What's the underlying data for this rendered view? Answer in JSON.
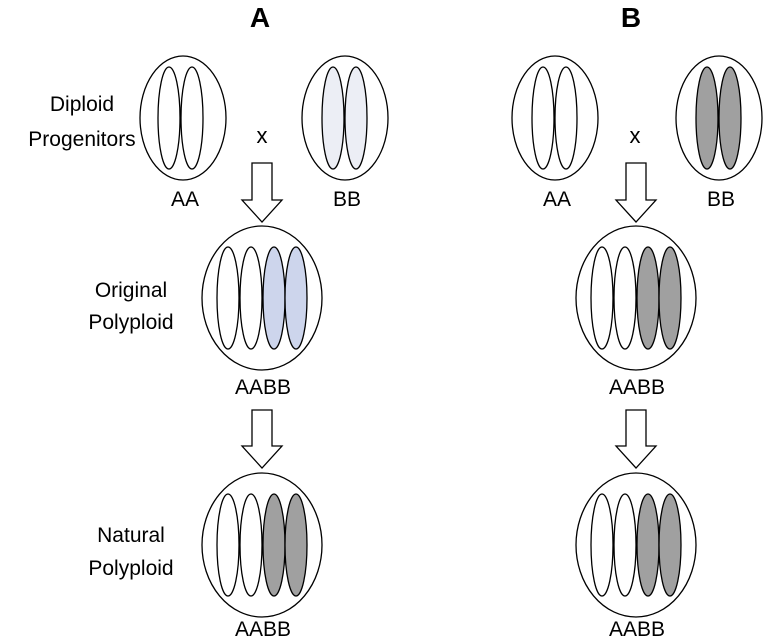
{
  "panels": {
    "a": {
      "label": "A",
      "cross_symbol": "x",
      "progenitor_a_genotype": "AA",
      "progenitor_b_genotype": "BB",
      "original_genotype": "AABB",
      "natural_genotype": "AABB"
    },
    "b": {
      "label": "B",
      "cross_symbol": "x",
      "progenitor_a_genotype": "AA",
      "progenitor_b_genotype": "BB",
      "original_genotype": "AABB",
      "natural_genotype": "AABB"
    }
  },
  "row_labels": {
    "diploid_line1": "Diploid",
    "diploid_line2": "Progenitors",
    "original_line1": "Original",
    "original_line2": "Polyploid",
    "natural_line1": "Natural",
    "natural_line2": "Polyploid"
  },
  "colors": {
    "white": "#ffffff",
    "pale_gray": "#eceef5",
    "light_blue": "#cdd5ec",
    "gray": "#a0a0a0",
    "outline": "#000000"
  }
}
